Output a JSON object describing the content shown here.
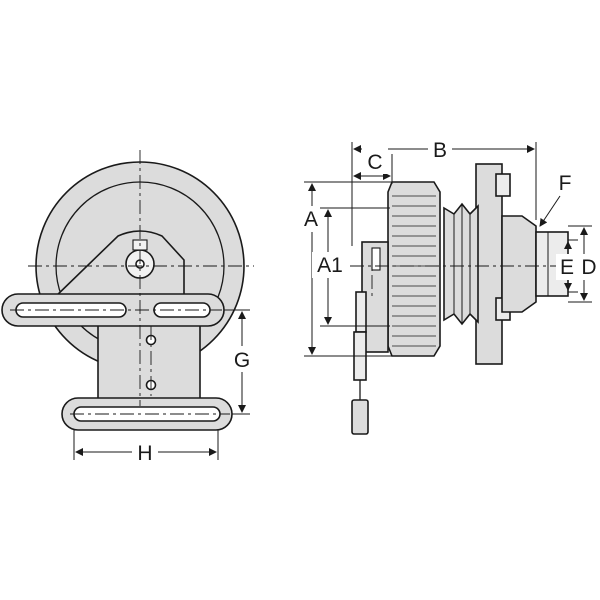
{
  "labels": {
    "A": "A",
    "A1": "A1",
    "B": "B",
    "C": "C",
    "D": "D",
    "E": "E",
    "F": "F",
    "G": "G",
    "H": "H"
  },
  "colors": {
    "line": "#1a1a1a",
    "fill": "#dcdcdc",
    "background": "#ffffff"
  }
}
